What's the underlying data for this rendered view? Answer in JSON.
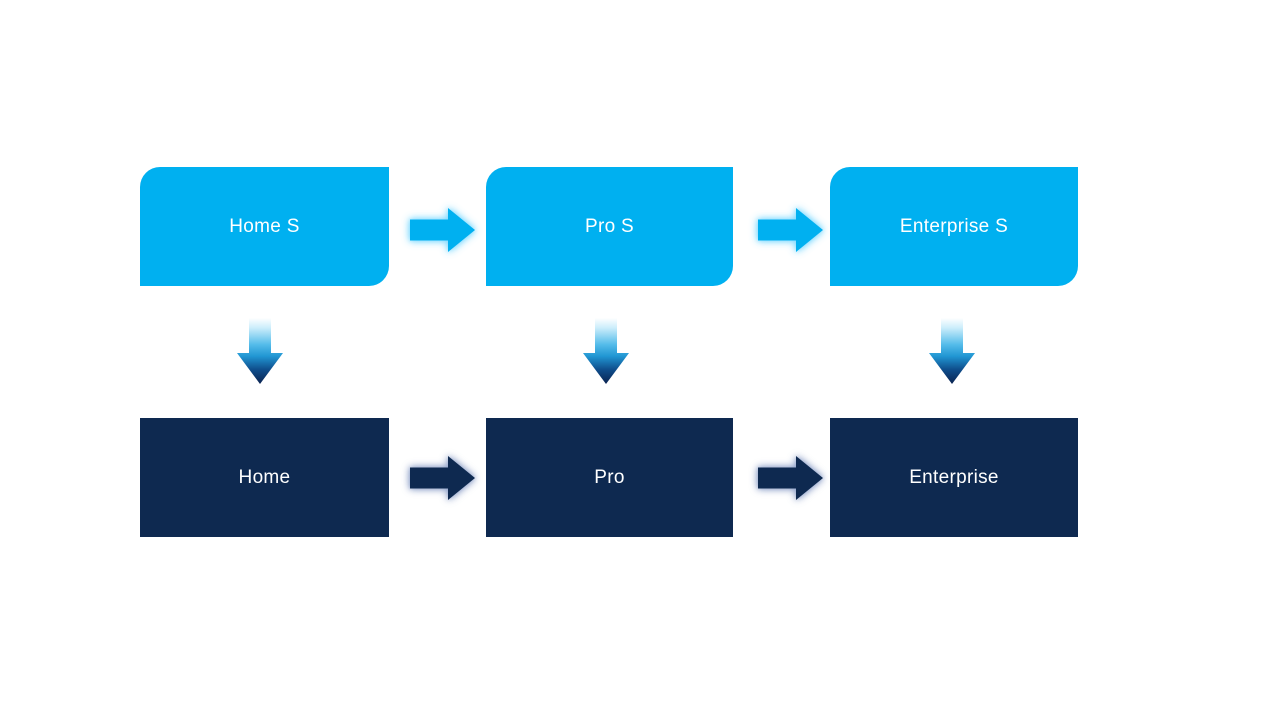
{
  "diagram": {
    "top_row": [
      {
        "label": "Home S"
      },
      {
        "label": "Pro S"
      },
      {
        "label": "Enterprise S"
      }
    ],
    "bottom_row": [
      {
        "label": "Home"
      },
      {
        "label": "Pro"
      },
      {
        "label": "Enterprise"
      }
    ],
    "colors": {
      "top_box_fill": "#00B0F0",
      "bottom_box_fill": "#0E2950",
      "box_text": "#FFFFFF",
      "top_arrow_fill": "#00B0F0",
      "top_arrow_glow": "#8EDCFF",
      "bottom_arrow_fill": "#0E2950",
      "bottom_arrow_glow": "#93A5C6",
      "down_arrow_gradient_top": "#FFFFFF",
      "down_arrow_gradient_mid": "#47B4E8",
      "down_arrow_gradient_bottom": "#0A2250",
      "background": "#FFFFFF"
    }
  }
}
